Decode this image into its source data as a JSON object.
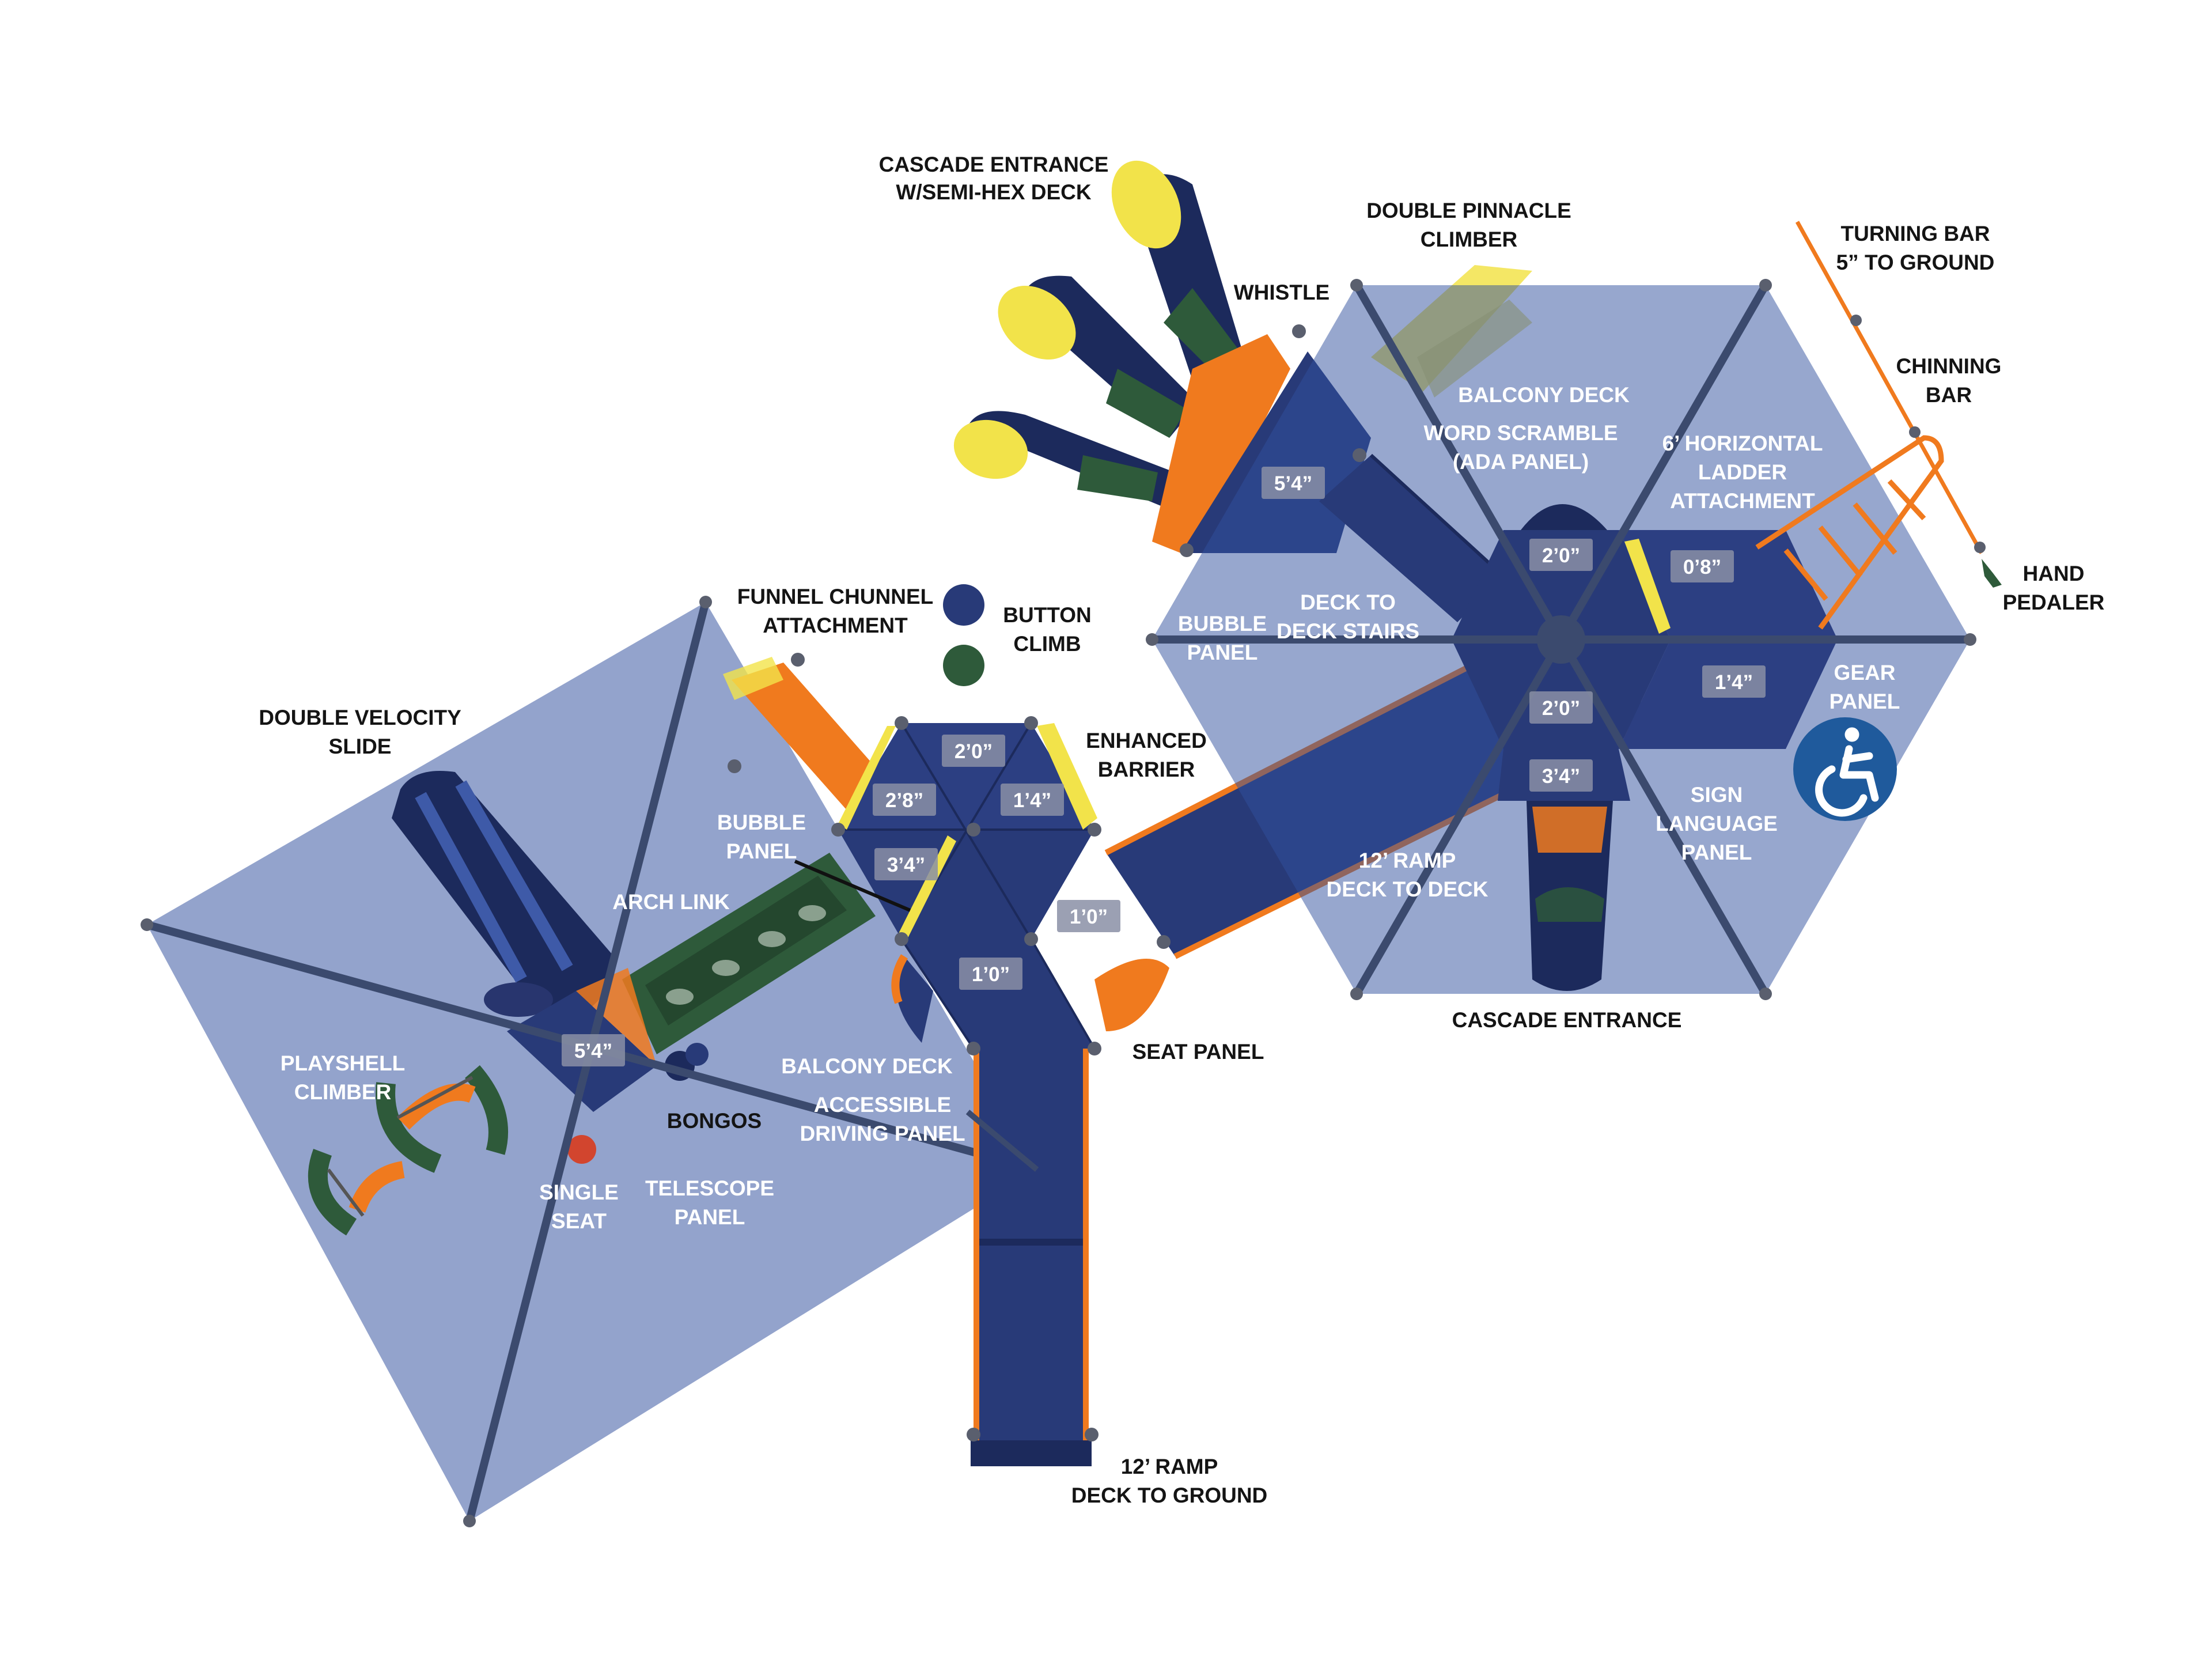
{
  "colors": {
    "canopy": "#2f4f9e",
    "deck": "#283a78",
    "deck_dark": "#1c2a5c",
    "post": "#3b4a6e",
    "orange": "#f07a1e",
    "yellow": "#f2e34a",
    "green": "#2e5a3a",
    "accessible_badge": "#1f5a9c"
  },
  "icons": {
    "accessibility": "wheelchair-icon"
  },
  "labels": {
    "cascade_entrance_semi_hex_1": "CASCADE ENTRANCE",
    "cascade_entrance_semi_hex_2": "W/SEMI-HEX DECK",
    "double_pinnacle_1": "DOUBLE PINNACLE",
    "double_pinnacle_2": "CLIMBER",
    "whistle": "WHISTLE",
    "turning_bar_1": "TURNING BAR",
    "turning_bar_2": "5” TO GROUND",
    "chinning_bar_1": "CHINNING",
    "chinning_bar_2": "BAR",
    "balcony_deck_top": "BALCONY DECK",
    "word_scramble_1": "WORD SCRAMBLE",
    "word_scramble_2": "(ADA PANEL)",
    "horizontal_ladder_1": "6’ HORIZONTAL",
    "horizontal_ladder_2": "LADDER",
    "horizontal_ladder_3": "ATTACHMENT",
    "hand_pedaler_1": "HAND",
    "hand_pedaler_2": "PEDALER",
    "funnel_chunnel_1": "FUNNEL CHUNNEL",
    "funnel_chunnel_2": "ATTACHMENT",
    "button_climb_1": "BUTTON",
    "button_climb_2": "CLIMB",
    "bubble_panel_right_1": "BUBBLE",
    "bubble_panel_right_2": "PANEL",
    "deck_to_deck_stairs_1": "DECK TO",
    "deck_to_deck_stairs_2": "DECK STAIRS",
    "gear_panel_1": "GEAR",
    "gear_panel_2": "PANEL",
    "double_velocity_1": "DOUBLE VELOCITY",
    "double_velocity_2": "SLIDE",
    "enhanced_barrier_1": "ENHANCED",
    "enhanced_barrier_2": "BARRIER",
    "bubble_panel_left_1": "BUBBLE",
    "bubble_panel_left_2": "PANEL",
    "sign_language_1": "SIGN",
    "sign_language_2": "LANGUAGE",
    "sign_language_3": "PANEL",
    "ramp_deck_to_deck_1": "12’ RAMP",
    "ramp_deck_to_deck_2": "DECK TO DECK",
    "arch_link": "ARCH LINK",
    "cascade_entrance": "CASCADE ENTRANCE",
    "playshell_1": "PLAYSHELL",
    "playshell_2": "CLIMBER",
    "balcony_deck_mid": "BALCONY DECK",
    "seat_panel": "SEAT PANEL",
    "accessible_driving_1": "ACCESSIBLE",
    "accessible_driving_2": "DRIVING PANEL",
    "bongos": "BONGOS",
    "single_seat_1": "SINGLE",
    "single_seat_2": "SEAT",
    "telescope_1": "TELESCOPE",
    "telescope_2": "PANEL",
    "ramp_deck_to_ground_1": "12’ RAMP",
    "ramp_deck_to_ground_2": "DECK TO GROUND"
  },
  "deck_heights": {
    "semi_hex_deck": "5’4”",
    "right_top": "2’0”",
    "right_side_top": "0’8”",
    "right_side_bottom": "1’4”",
    "right_bottom": "2’0”",
    "right_entrance": "3’4”",
    "mid_top": "2’0”",
    "mid_left_upper": "2’8”",
    "mid_right_upper": "1’4”",
    "mid_left_lower": "3’4”",
    "mid_right_lower": "1’0”",
    "mid_bottom": "1’0”",
    "left_deck": "5’4”"
  }
}
